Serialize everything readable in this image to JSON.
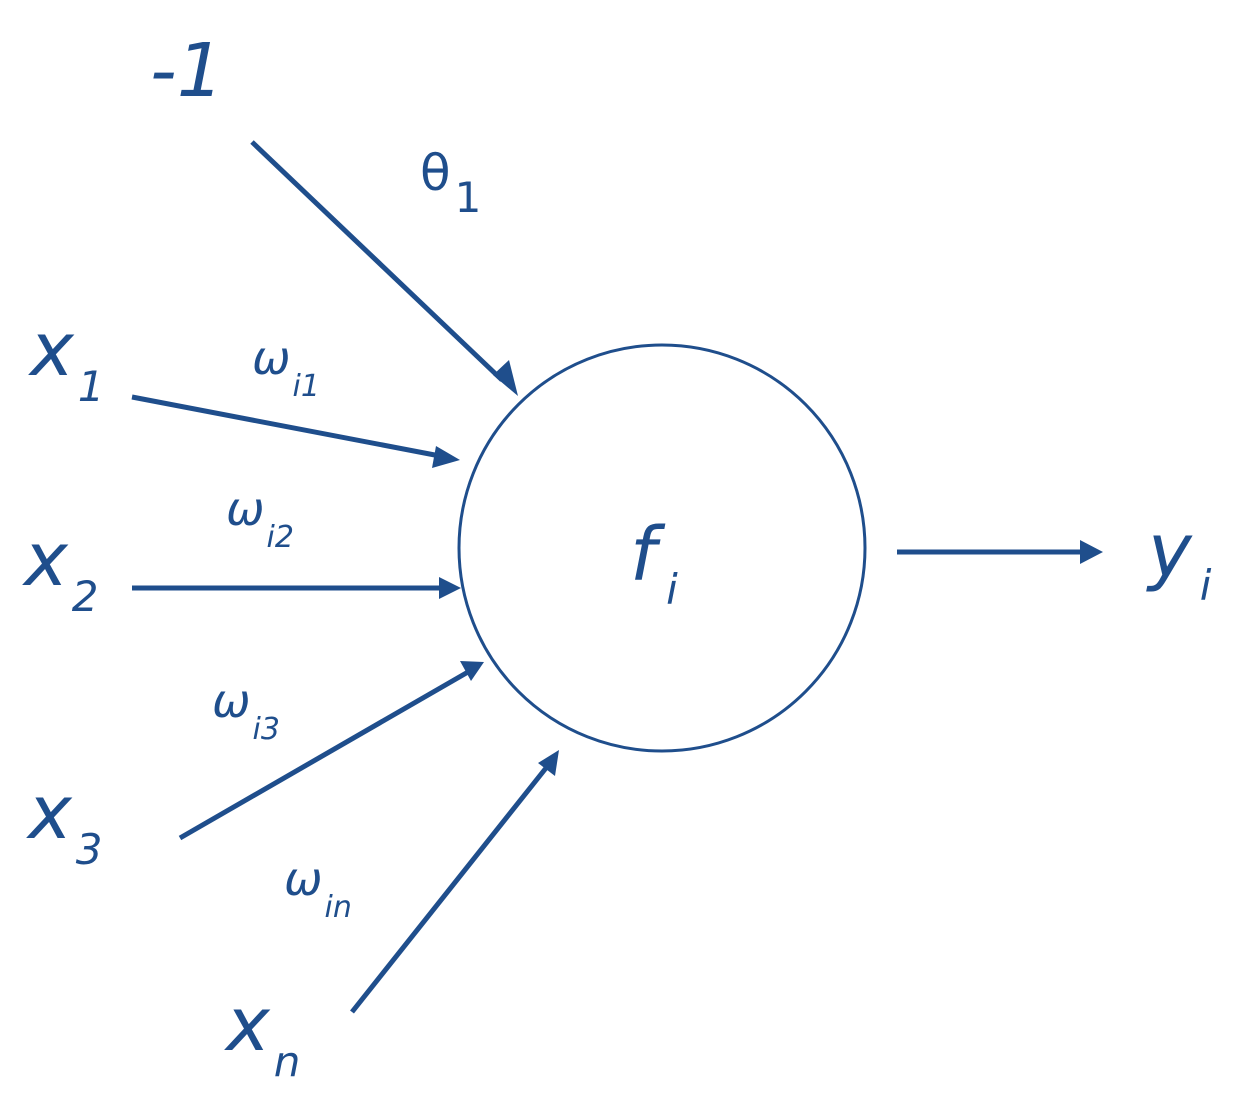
{
  "colors": {
    "primary": "#1f4e8c",
    "background": "#ffffff"
  },
  "bias": {
    "value": "-1",
    "weight": "θ",
    "weight_sub": "1"
  },
  "inputs": [
    {
      "name": "x",
      "sub": "1",
      "weight": "ω",
      "weight_sub": "i1"
    },
    {
      "name": "x",
      "sub": "2",
      "weight": "ω",
      "weight_sub": "i2"
    },
    {
      "name": "x",
      "sub": "3",
      "weight": "ω",
      "weight_sub": "i3"
    },
    {
      "name": "x",
      "sub": "n",
      "weight": "ω",
      "weight_sub": "in"
    }
  ],
  "neuron": {
    "name": "f",
    "sub": "i"
  },
  "output": {
    "name": "y",
    "sub": "i"
  }
}
